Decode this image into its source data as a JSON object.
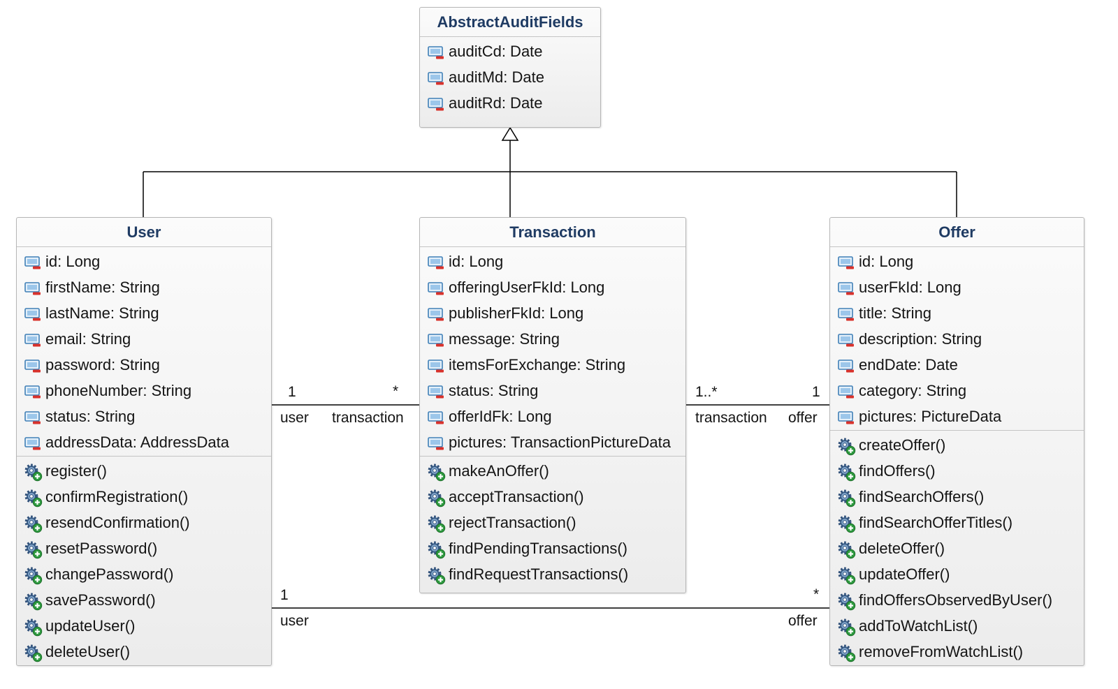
{
  "classes": {
    "audit": {
      "name": "AbstractAuditFields",
      "attributes": [
        "auditCd: Date",
        "auditMd: Date",
        "auditRd: Date"
      ],
      "operations": []
    },
    "user": {
      "name": "User",
      "attributes": [
        "id: Long",
        "firstName: String",
        "lastName: String",
        "email: String",
        "password: String",
        "phoneNumber: String",
        "status: String",
        "addressData: AddressData"
      ],
      "operations": [
        "register()",
        "confirmRegistration()",
        "resendConfirmation()",
        "resetPassword()",
        "changePassword()",
        "savePassword()",
        "updateUser()",
        "deleteUser()"
      ]
    },
    "transaction": {
      "name": "Transaction",
      "attributes": [
        "id: Long",
        "offeringUserFkId: Long",
        "publisherFkId: Long",
        "message: String",
        "itemsForExchange: String",
        "status: String",
        "offerIdFk: Long",
        "pictures: TransactionPictureData"
      ],
      "operations": [
        "makeAnOffer()",
        "acceptTransaction()",
        "rejectTransaction()",
        "findPendingTransactions()",
        "findRequestTransactions()"
      ]
    },
    "offer": {
      "name": "Offer",
      "attributes": [
        "id: Long",
        "userFkId: Long",
        "title: String",
        "description: String",
        "endDate: Date",
        "category: String",
        "pictures: PictureData"
      ],
      "operations": [
        "createOffer()",
        "findOffers()",
        "findSearchOffers()",
        "findSearchOfferTitles()",
        "deleteOffer()",
        "updateOffer()",
        "findOffersObservedByUser()",
        "addToWatchList()",
        "removeFromWatchList()"
      ]
    }
  },
  "associations": {
    "user_transaction": {
      "left_multiplicity": "1",
      "left_role": "user",
      "right_multiplicity": "*",
      "right_role": "transaction"
    },
    "transaction_offer": {
      "left_multiplicity": "1..*",
      "left_role": "transaction",
      "right_multiplicity": "1",
      "right_role": "offer"
    },
    "user_offer": {
      "left_multiplicity": "1",
      "left_role": "user",
      "right_multiplicity": "*",
      "right_role": "offer"
    }
  },
  "icons": {
    "attribute": "private-field-icon",
    "operation": "public-method-gear-icon"
  },
  "colors": {
    "class_title": "#1f3b63",
    "box_border": "#b6b6b6",
    "connector": "#000000"
  }
}
